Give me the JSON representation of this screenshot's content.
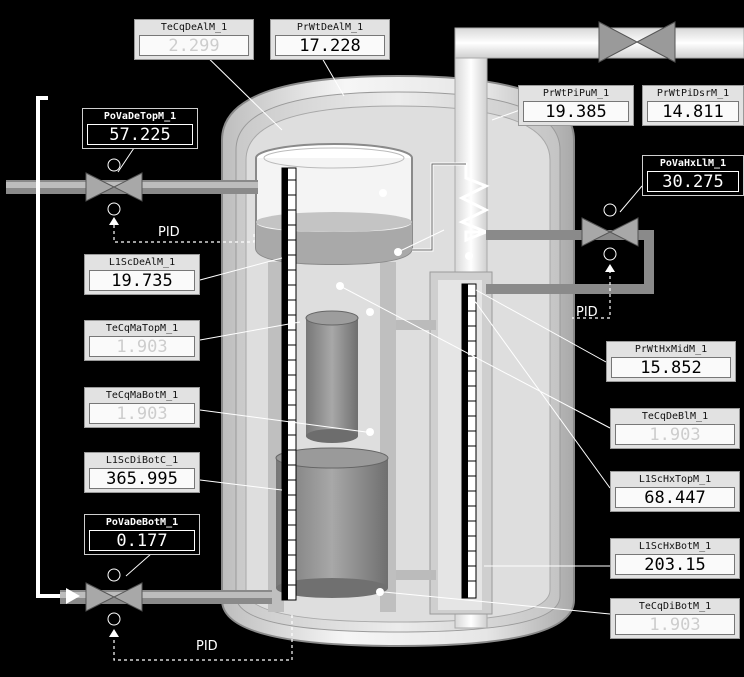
{
  "colors": {
    "background": "#000000",
    "tag_bg": "#e2e2e2",
    "tag_dark_bg": "#000000",
    "value_text": "#000000",
    "value_dim_text": "#cdcdcd"
  },
  "icons": [
    "valve-icon",
    "flow-arrow-icon",
    "heat-exchanger-coil-icon",
    "indicator-dot-icon"
  ],
  "tags": {
    "te_cq_de_alm": {
      "label": "TeCqDeAlM_1",
      "value": "2.299"
    },
    "pr_wt_de_alm": {
      "label": "PrWtDeAlM_1",
      "value": "17.228"
    },
    "pr_wt_pi_pum": {
      "label": "PrWtPiPuM_1",
      "value": "19.385"
    },
    "pr_wt_pi_dsrm": {
      "label": "PrWtPiDsrM_1",
      "value": "14.811"
    },
    "po_va_de_topm": {
      "label": "PoVaDeTopM_1",
      "value": "57.225"
    },
    "po_va_hx_llm": {
      "label": "PoVaHxLlM_1",
      "value": "30.275"
    },
    "l1_sc_de_alm": {
      "label": "L1ScDeAlM_1",
      "value": "19.735"
    },
    "te_cq_ma_topm": {
      "label": "TeCqMaTopM_1",
      "value": "1.903"
    },
    "te_cq_ma_botm": {
      "label": "TeCqMaBotM_1",
      "value": "1.903"
    },
    "l1_sc_di_botc": {
      "label": "L1ScDiBotC_1",
      "value": "365.995"
    },
    "po_va_de_botm": {
      "label": "PoVaDeBotM_1",
      "value": "0.177"
    },
    "pr_wt_hx_midm": {
      "label": "PrWtHxMidM_1",
      "value": "15.852"
    },
    "te_cq_de_blm": {
      "label": "TeCqDeBlM_1",
      "value": "1.903"
    },
    "l1_sc_hx_topm": {
      "label": "L1ScHxTopM_1",
      "value": "68.447"
    },
    "l1_sc_hx_botm": {
      "label": "L1ScHxBotM_1",
      "value": "203.15"
    },
    "te_cq_di_botm": {
      "label": "TeCqDiBotM_1",
      "value": "1.903"
    }
  },
  "pid_labels": {
    "top_left": "PID",
    "right": "PID",
    "bottom": "PID"
  }
}
